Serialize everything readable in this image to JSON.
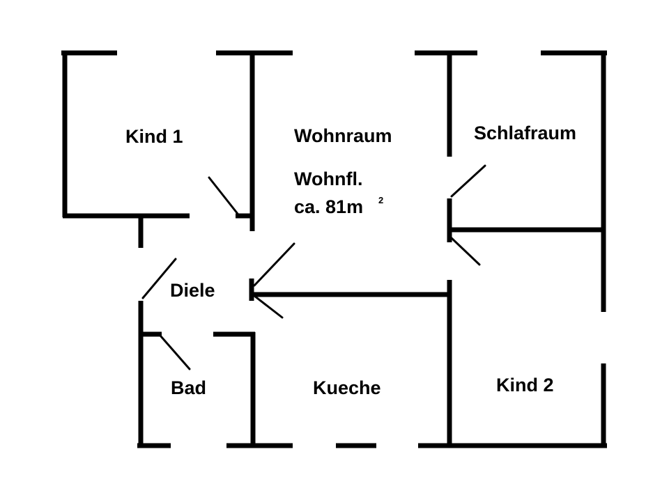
{
  "rooms": {
    "kind1": "Kind 1",
    "wohnraum": "Wohnraum",
    "schlafraum": "Schlafraum",
    "diele": "Diele",
    "bad": "Bad",
    "kueche": "Kueche",
    "kind2": "Kind 2"
  },
  "area": {
    "label": "Wohnfl.",
    "value": "ca. 81m",
    "superscript": "2"
  }
}
